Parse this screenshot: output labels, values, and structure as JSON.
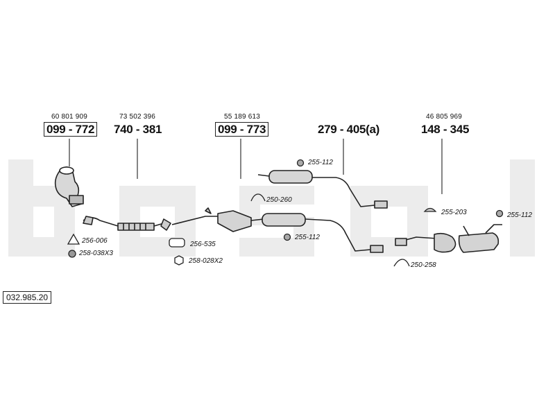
{
  "diagram": {
    "reference": "032.985.20",
    "watermark": "bosal",
    "parts": [
      {
        "oem": "60 801 909",
        "part_number": "099 - 772",
        "boxed": true
      },
      {
        "oem": "73 502 396",
        "part_number": "740 - 381",
        "boxed": false
      },
      {
        "oem": "55 189 613",
        "part_number": "099 - 773",
        "boxed": true
      },
      {
        "oem": "",
        "part_number": "279 - 405(a)",
        "boxed": false
      },
      {
        "oem": "46 805 969",
        "part_number": "148 - 345",
        "boxed": false
      }
    ],
    "accessories": [
      {
        "code": "256-006",
        "icon": "triangle-gasket-icon"
      },
      {
        "code": "258-038X3",
        "icon": "nut-icon"
      },
      {
        "code": "256-535",
        "icon": "flange-gasket-icon"
      },
      {
        "code": "258-028X2",
        "icon": "hex-nut-icon"
      },
      {
        "code": "255-112",
        "icon": "rubber-mount-icon"
      },
      {
        "code": "250-260",
        "icon": "clamp-icon"
      },
      {
        "code": "255-112",
        "icon": "rubber-mount-icon"
      },
      {
        "code": "255-203",
        "icon": "rubber-mount-icon"
      },
      {
        "code": "255-112",
        "icon": "rubber-mount-icon"
      },
      {
        "code": "250-258",
        "icon": "clamp-icon"
      }
    ]
  }
}
